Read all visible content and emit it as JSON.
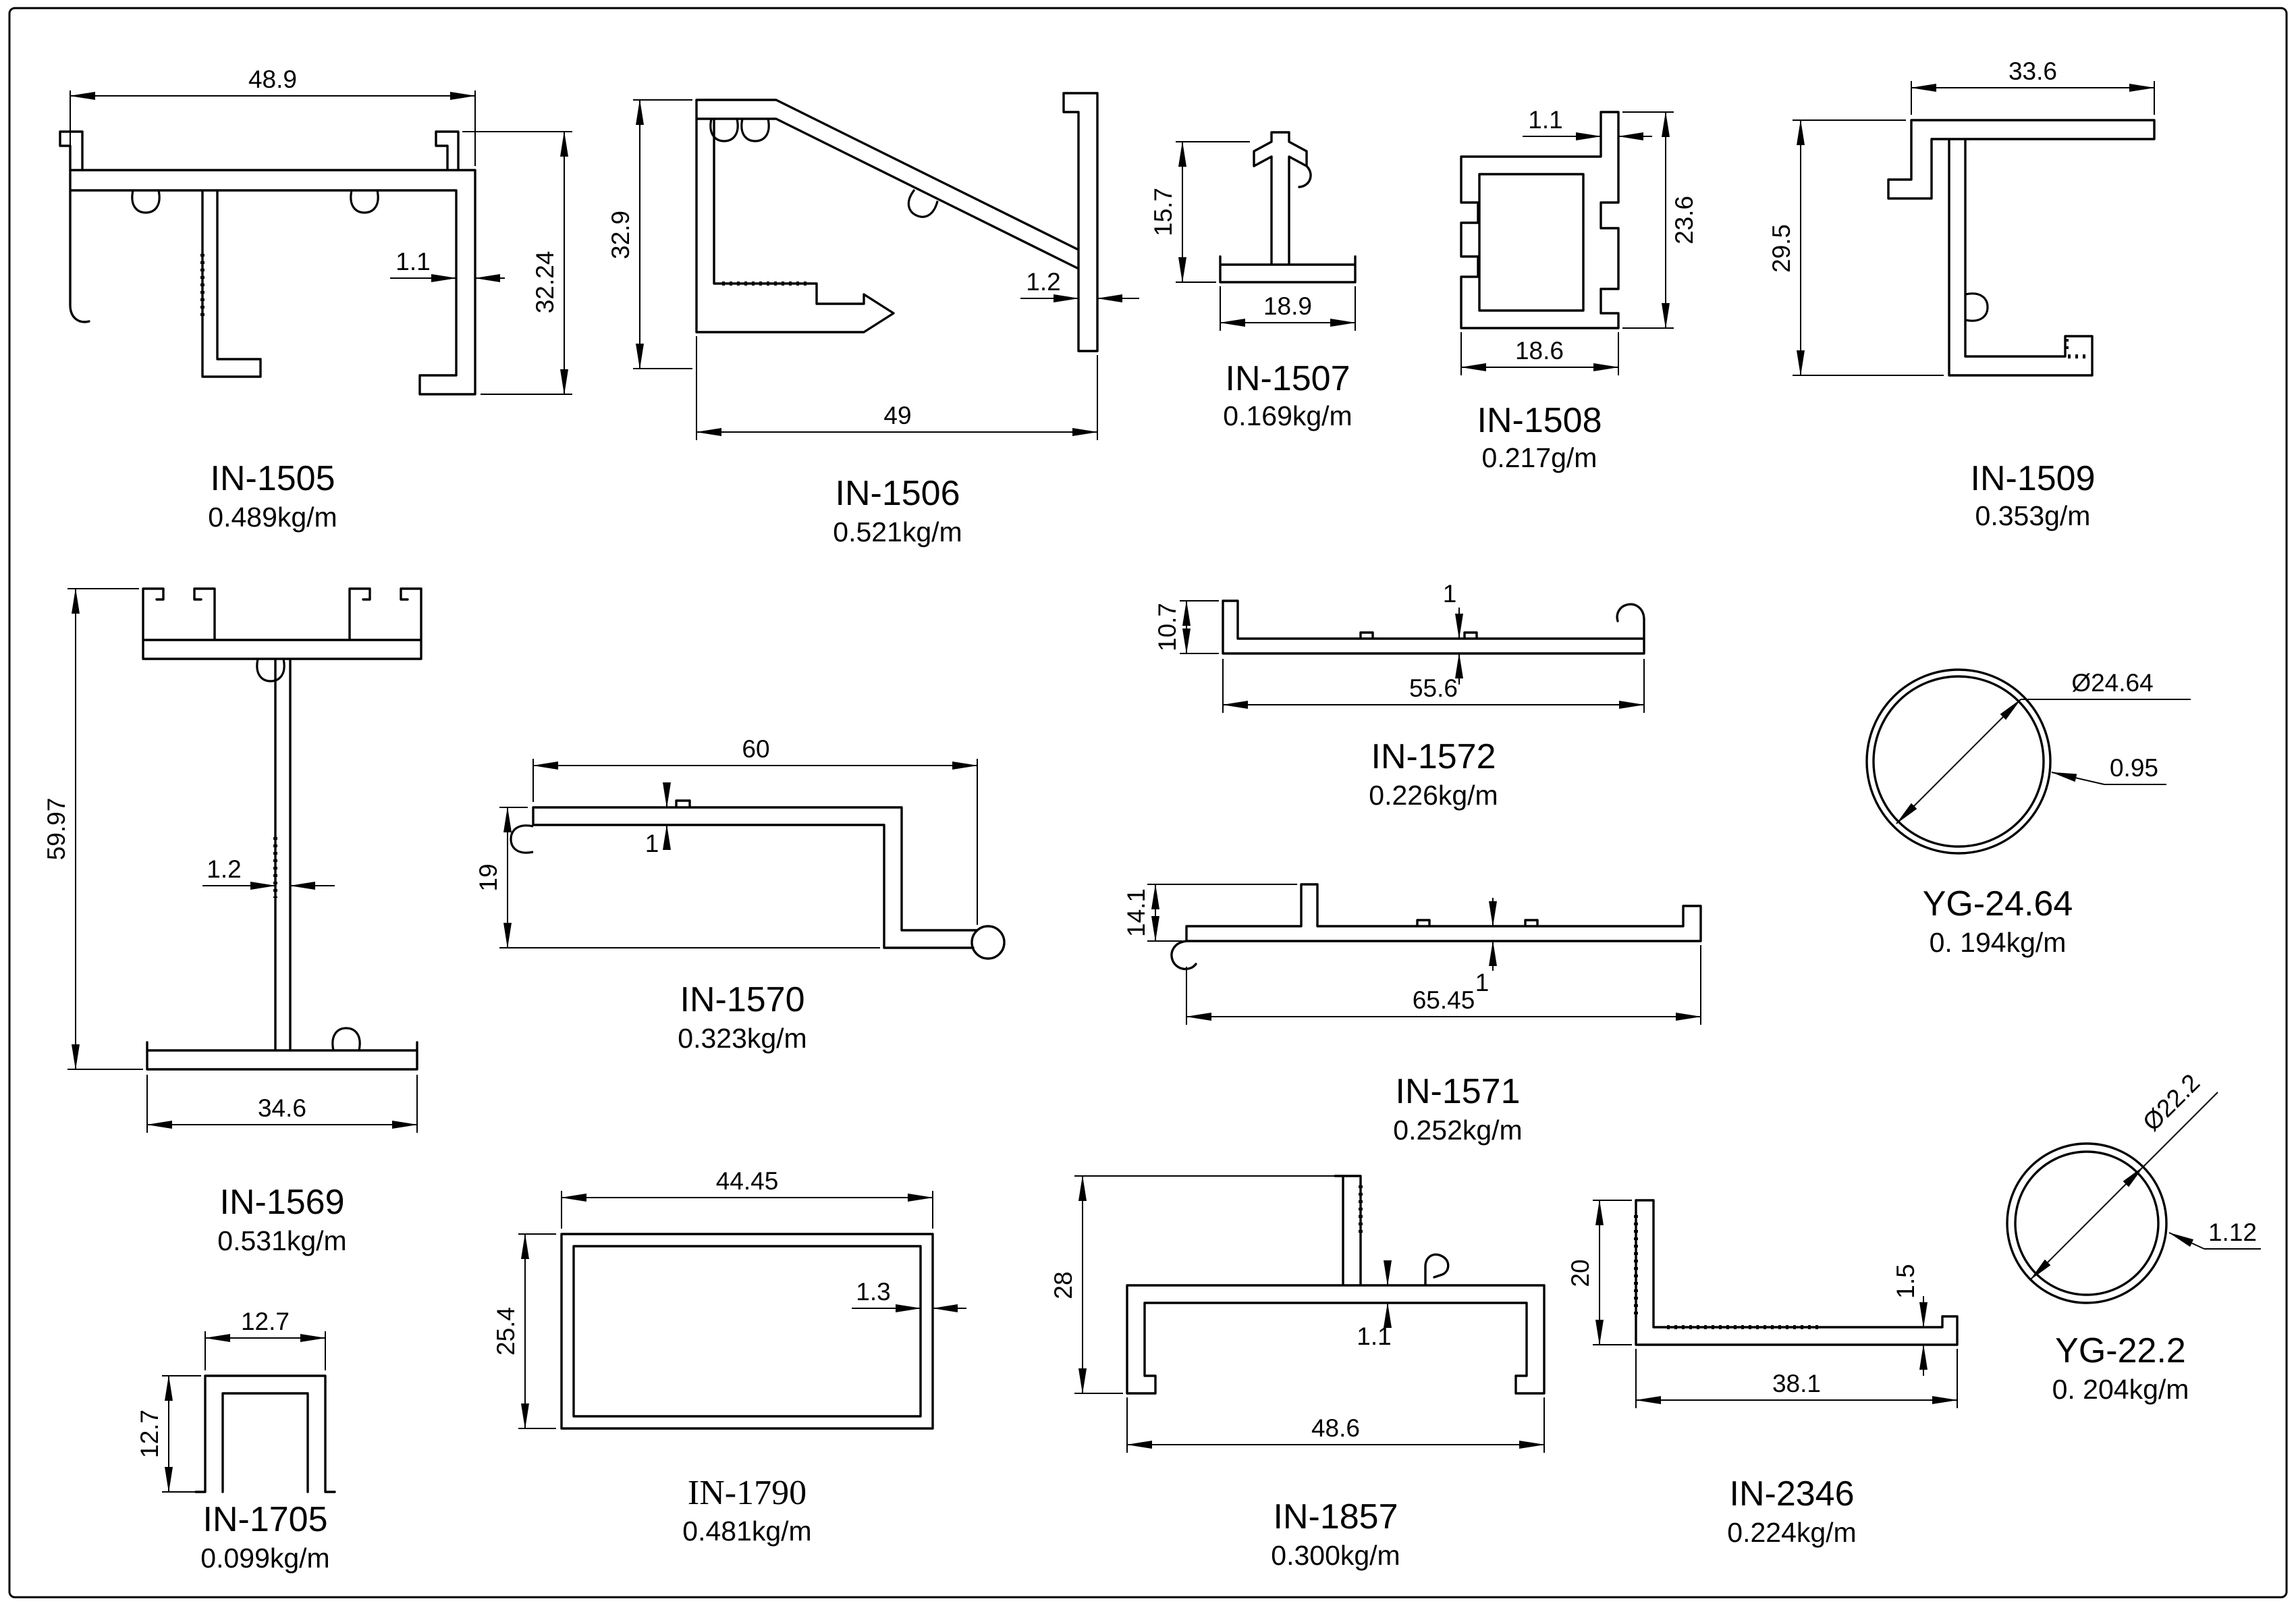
{
  "sheet": {
    "background": "#ffffff",
    "line_color": "#000000"
  },
  "profiles": [
    {
      "id": "IN-1505",
      "weight": "0.489kg/m",
      "dims": {
        "width": "48.9",
        "height": "32.24",
        "wall": "1.1"
      }
    },
    {
      "id": "IN-1506",
      "weight": "0.521kg/m",
      "dims": {
        "height": "32.9",
        "width": "49",
        "wall": "1.2"
      }
    },
    {
      "id": "IN-1507",
      "weight": "0.169kg/m",
      "dims": {
        "height": "15.7",
        "width": "18.9"
      }
    },
    {
      "id": "IN-1508",
      "weight": "0.217g/m",
      "dims": {
        "wall": "1.1",
        "height": "23.6",
        "width": "18.6"
      }
    },
    {
      "id": "IN-1509",
      "weight": "0.353g/m",
      "dims": {
        "width": "33.6",
        "height": "29.5"
      }
    },
    {
      "id": "IN-1569",
      "weight": "0.531kg/m",
      "dims": {
        "height": "59.97",
        "wall": "1.2",
        "width": "34.6"
      }
    },
    {
      "id": "IN-1570",
      "weight": "0.323kg/m",
      "dims": {
        "width": "60",
        "height": "19",
        "wall": "1"
      }
    },
    {
      "id": "IN-1572",
      "weight": "0.226kg/m",
      "dims": {
        "height": "10.7",
        "wall": "1",
        "width": "55.6"
      }
    },
    {
      "id": "IN-1571",
      "weight": "0.252kg/m",
      "dims": {
        "height": "14.1",
        "wall": "1",
        "width": "65.45"
      }
    },
    {
      "id": "YG-24.64",
      "weight": "0. 194kg/m",
      "dims": {
        "diameter": "Ø24.64",
        "wall": "0.95"
      }
    },
    {
      "id": "IN-1705",
      "weight": "0.099kg/m",
      "dims": {
        "width": "12.7",
        "height": "12.7"
      }
    },
    {
      "id": "IN-1790",
      "weight": "0.481kg/m",
      "dims": {
        "width": "44.45",
        "height": "25.4",
        "wall": "1.3"
      }
    },
    {
      "id": "IN-1857",
      "weight": "0.300kg/m",
      "dims": {
        "height": "28",
        "wall": "1.1",
        "width": "48.6"
      }
    },
    {
      "id": "IN-2346",
      "weight": "0.224kg/m",
      "dims": {
        "height": "20",
        "wall": "1.5",
        "width": "38.1"
      }
    },
    {
      "id": "YG-22.2",
      "weight": "0. 204kg/m",
      "dims": {
        "diameter": "Ø22.2",
        "wall": "1.12"
      }
    }
  ]
}
